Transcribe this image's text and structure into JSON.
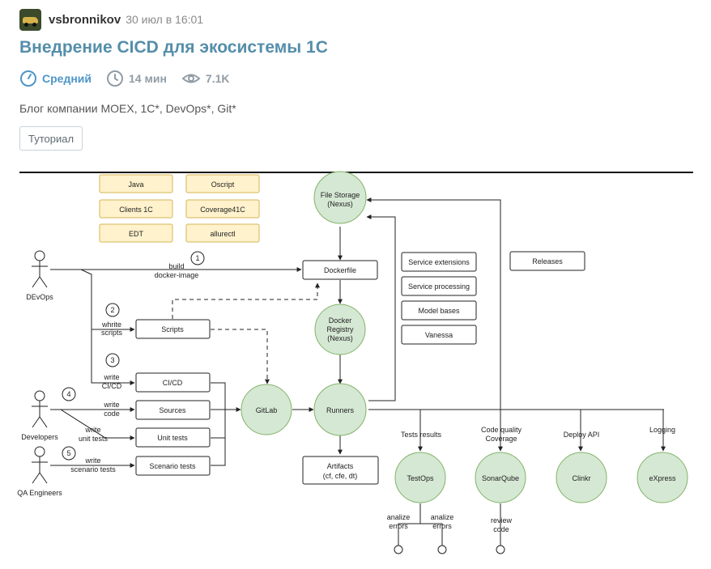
{
  "header": {
    "author": "vsbronnikov",
    "date": "30 июл в 16:01"
  },
  "article": {
    "title": "Внедрение CICD для экосистемы 1С",
    "level": "Средний",
    "read_time": "14 мин",
    "views": "7.1K",
    "hubs": "Блог компании MOEX, 1C*, DevOps*, Git*",
    "tag": "Туториал"
  },
  "colors": {
    "title": "#548eaa",
    "circle_fill": "#d5e8d4",
    "circle_stroke": "#82b366",
    "tool_fill": "#fff2cc",
    "tool_stroke": "#d6b656"
  },
  "diagram": {
    "tools": [
      "Java",
      "Oscript",
      "Clients 1C",
      "Coverage41C",
      "EDT",
      "allurectl"
    ],
    "nodes": {
      "file_storage": [
        "File Storage",
        "(Nexus)"
      ],
      "docker_registry": [
        "Docker",
        "Registry",
        "(Nexus)"
      ],
      "gitlab": "GitLab",
      "runners": "Runners",
      "testops": "TestOps",
      "sonarqube": "SonarQube",
      "clinkr": "Clinkr",
      "express": "eXpress"
    },
    "boxes": {
      "dockerfile": "Dockerfile",
      "scripts": "Scripts",
      "cicd": "CI/CD",
      "sources": "Sources",
      "unit_tests": "Unit tests",
      "scenario_tests": "Scenario tests",
      "artifacts": [
        "Artifacts",
        "(cf, cfe, dt)"
      ],
      "releases": "Releases"
    },
    "services": [
      "Service extensions",
      "Service processing",
      "Model bases",
      "Vanessa"
    ],
    "actors": {
      "devops": "DEvOps",
      "developers": "Developers",
      "qa": "QA Engineers"
    },
    "steps": [
      "1",
      "2",
      "3",
      "4",
      "5"
    ],
    "edge_labels": {
      "build": [
        "build",
        "docker-image"
      ],
      "write_scripts": [
        "whrite",
        "scripts"
      ],
      "write_cicd": [
        "write",
        "CI/CD"
      ],
      "write_code": [
        "write",
        "code"
      ],
      "write_unit": [
        "write",
        "unit tests"
      ],
      "write_scenario": [
        "write",
        "scenario tests"
      ],
      "tests_results": "Tests results",
      "code_quality": [
        "Code quality",
        "Coverage"
      ],
      "deploy_api": "Deploy API",
      "logging": "Logging",
      "analize1": [
        "analize",
        "errors"
      ],
      "analize2": [
        "analize",
        "errors"
      ],
      "review": [
        "review",
        "code"
      ]
    }
  }
}
